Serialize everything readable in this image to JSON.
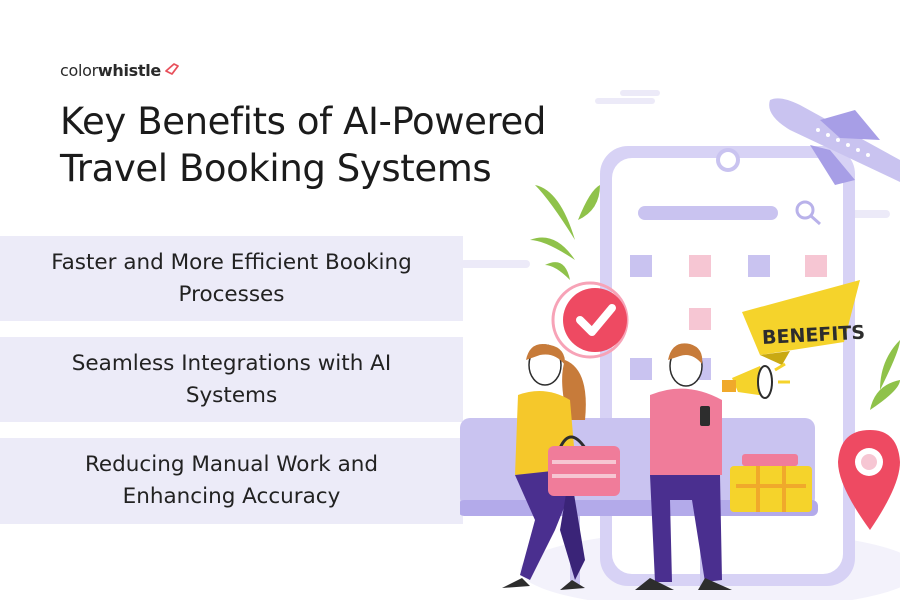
{
  "brand": {
    "part1": "color",
    "part2": "whistle",
    "accent": "#e8505b"
  },
  "title": {
    "line1": "Key Benefits of AI-Powered",
    "line2": "Travel Booking Systems"
  },
  "benefits": [
    {
      "line1": "Faster and More Efficient Booking",
      "line2": "Processes"
    },
    {
      "line1": "Seamless Integrations with AI",
      "line2": "Systems"
    },
    {
      "line1": "Reducing Manual Work and",
      "line2": "Enhancing Accuracy"
    }
  ],
  "illustration": {
    "banner_text": "BENEFITS",
    "colors": {
      "lavender": "#c9c3f0",
      "pink": "#f07c9a",
      "yellow": "#f5d32b",
      "purple": "#4a2f8f",
      "red": "#ee4a62"
    }
  }
}
